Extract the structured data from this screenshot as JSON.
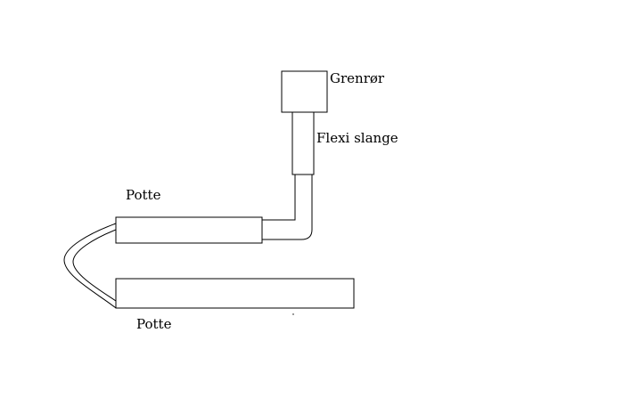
{
  "labels": {
    "grenror": "Grenrør",
    "flexi_slange": "Flexi slange",
    "potte_top": "Potte",
    "potte_bottom": "Potte"
  },
  "colors": {
    "line": "#000000",
    "background": "#ffffff"
  }
}
